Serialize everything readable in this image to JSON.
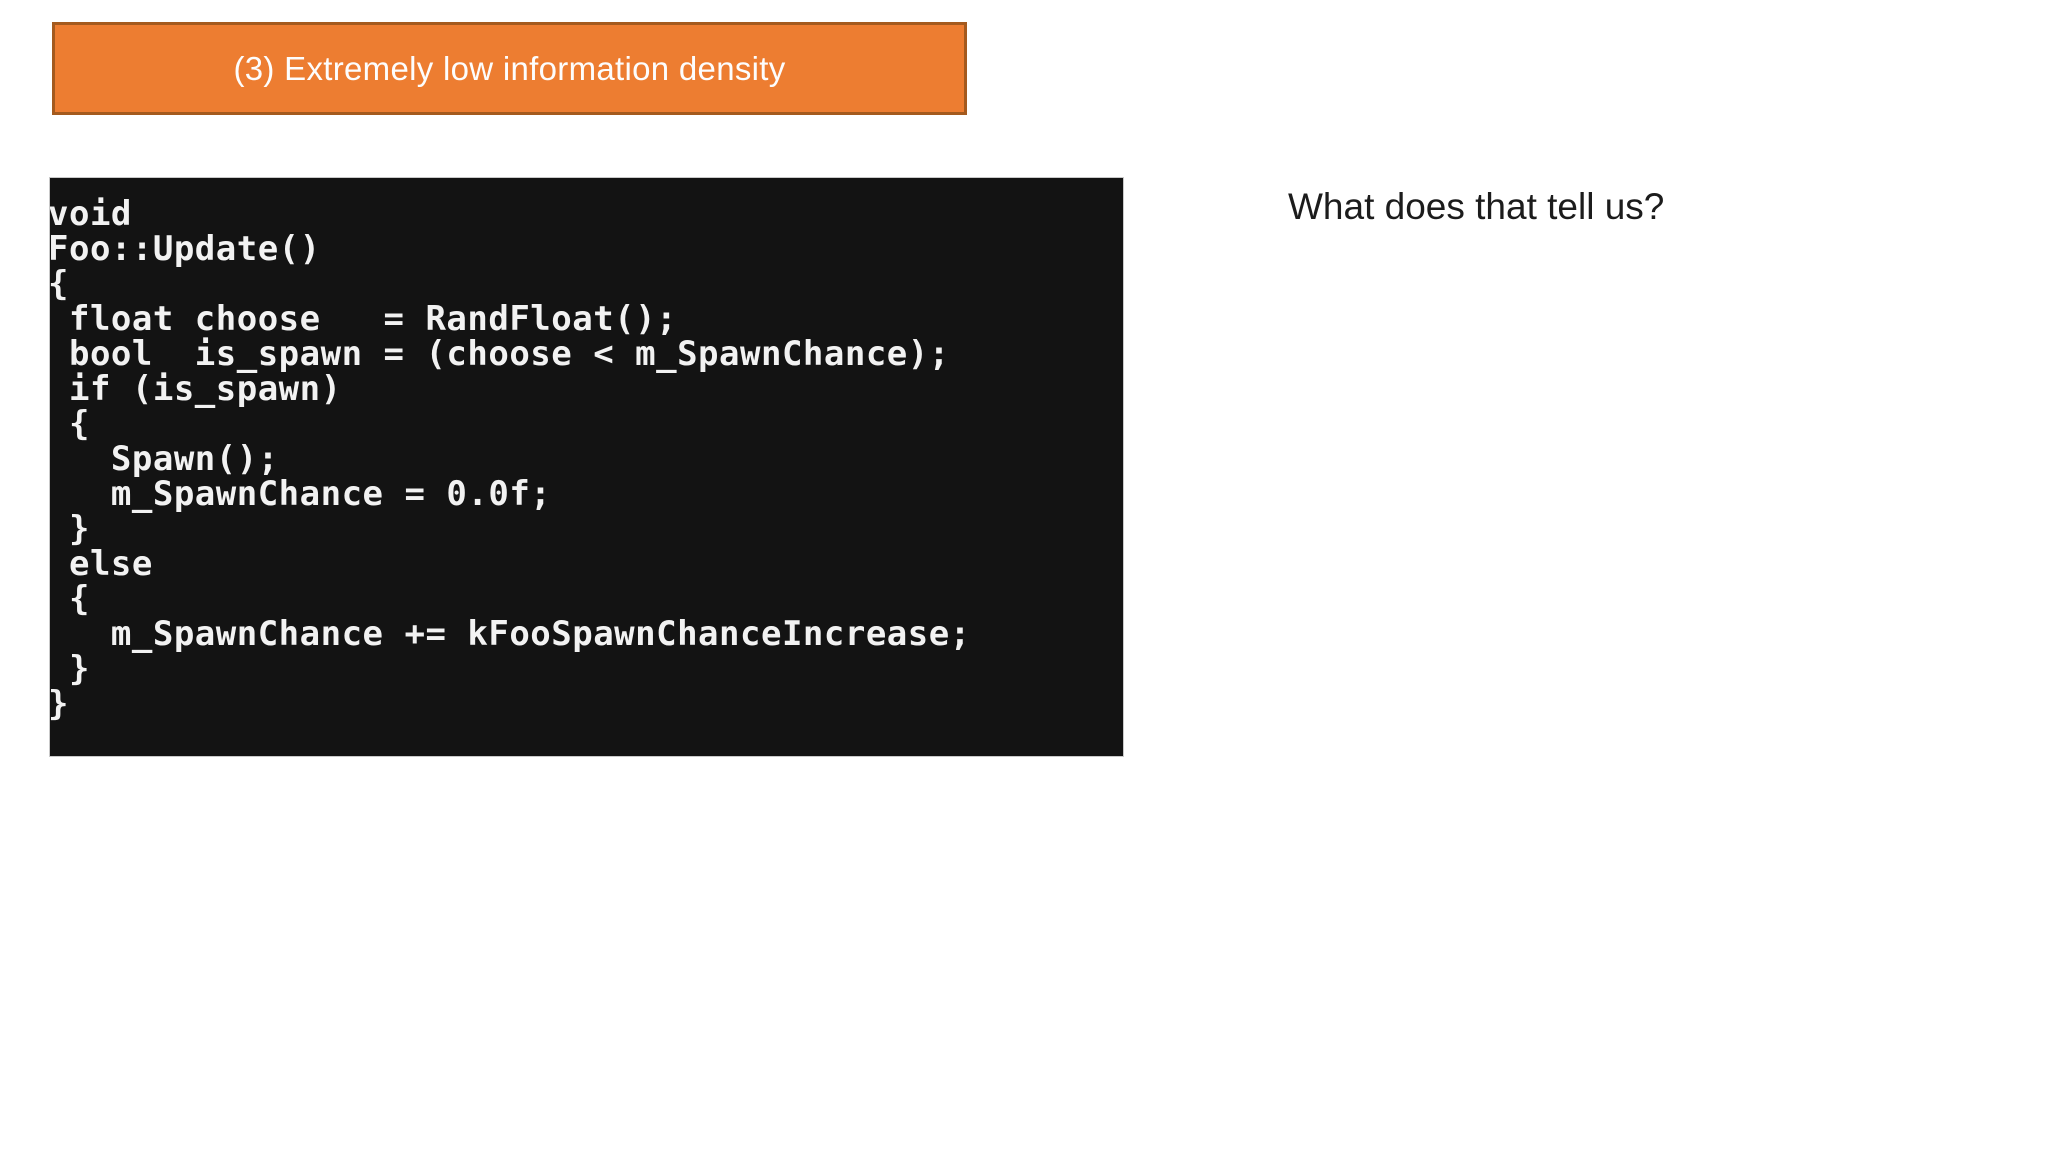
{
  "page": {
    "background": "#FFFFFF"
  },
  "banner": {
    "label": "(3) Extremely low information density",
    "fill_color": "#ED7D31",
    "border_color": "#A45A1E",
    "text_color": "#FDFDFD"
  },
  "code_block": {
    "background": "#131313",
    "text_color": "#F2F2F2",
    "lines": [
      "void",
      "Foo::Update()",
      "{",
      " float choose   = RandFloat();",
      " bool  is_spawn = (choose < m_SpawnChance);",
      " if (is_spawn)",
      " {",
      "   Spawn();",
      "   m_SpawnChance = 0.0f;",
      " }",
      " else",
      " {",
      "   m_SpawnChance += kFooSpawnChanceIncrease;",
      " }",
      "}"
    ]
  },
  "question": {
    "text": "What does that tell us?"
  }
}
